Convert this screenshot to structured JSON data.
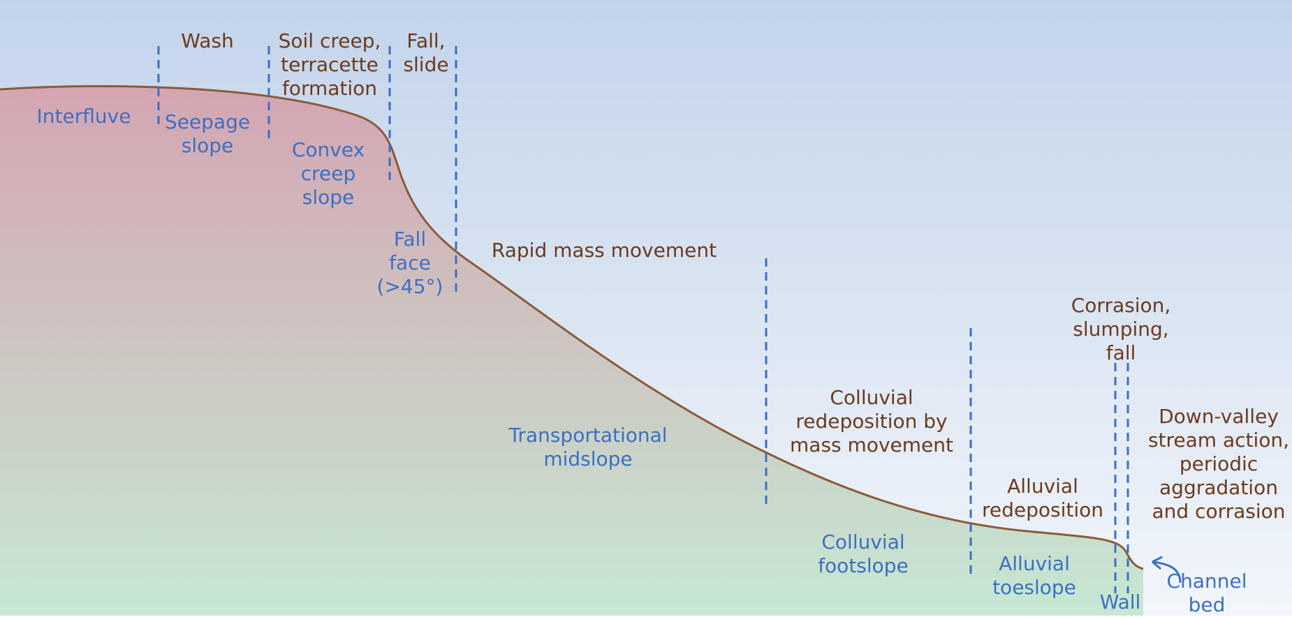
{
  "colors": {
    "sky_top": "#c3d4ea",
    "sky_bottom": "#f2f6fb",
    "ground_top": "#d4a5b2",
    "ground_bottom": "#c6e8d2",
    "profile_line": "#8a5a3a",
    "divider": "#3d6fc2",
    "process_text": "#6b3a1f",
    "unit_text": "#3d6fc2"
  },
  "processes": {
    "wash": "Wash",
    "soil_creep": [
      "Soil creep,",
      "terracette",
      "formation"
    ],
    "fall_slide": [
      "Fall,",
      "slide"
    ],
    "rapid_mass_movement": "Rapid mass movement",
    "colluvial_redeposition": [
      "Colluvial",
      "redeposition by",
      "mass movement"
    ],
    "alluvial_redeposition": [
      "Alluvial",
      "redeposition"
    ],
    "corrasion_slumping": [
      "Corrasion,",
      "slumping,",
      "fall"
    ],
    "down_valley": [
      "Down-valley",
      "stream action,",
      "periodic",
      "aggradation",
      "and corrasion"
    ]
  },
  "units": {
    "interfluve": "Interfluve",
    "seepage_slope": [
      "Seepage",
      "slope"
    ],
    "convex_creep_slope": [
      "Convex",
      "creep",
      "slope"
    ],
    "fall_face": [
      "Fall",
      "face",
      "(>45°)"
    ],
    "transportational_midslope": [
      "Transportational",
      "midslope"
    ],
    "colluvial_footslope": [
      "Colluvial",
      "footslope"
    ],
    "alluvial_toeslope": [
      "Alluvial",
      "toeslope"
    ],
    "wall": "Wall",
    "channel_bed": [
      "Channel",
      "bed"
    ]
  }
}
